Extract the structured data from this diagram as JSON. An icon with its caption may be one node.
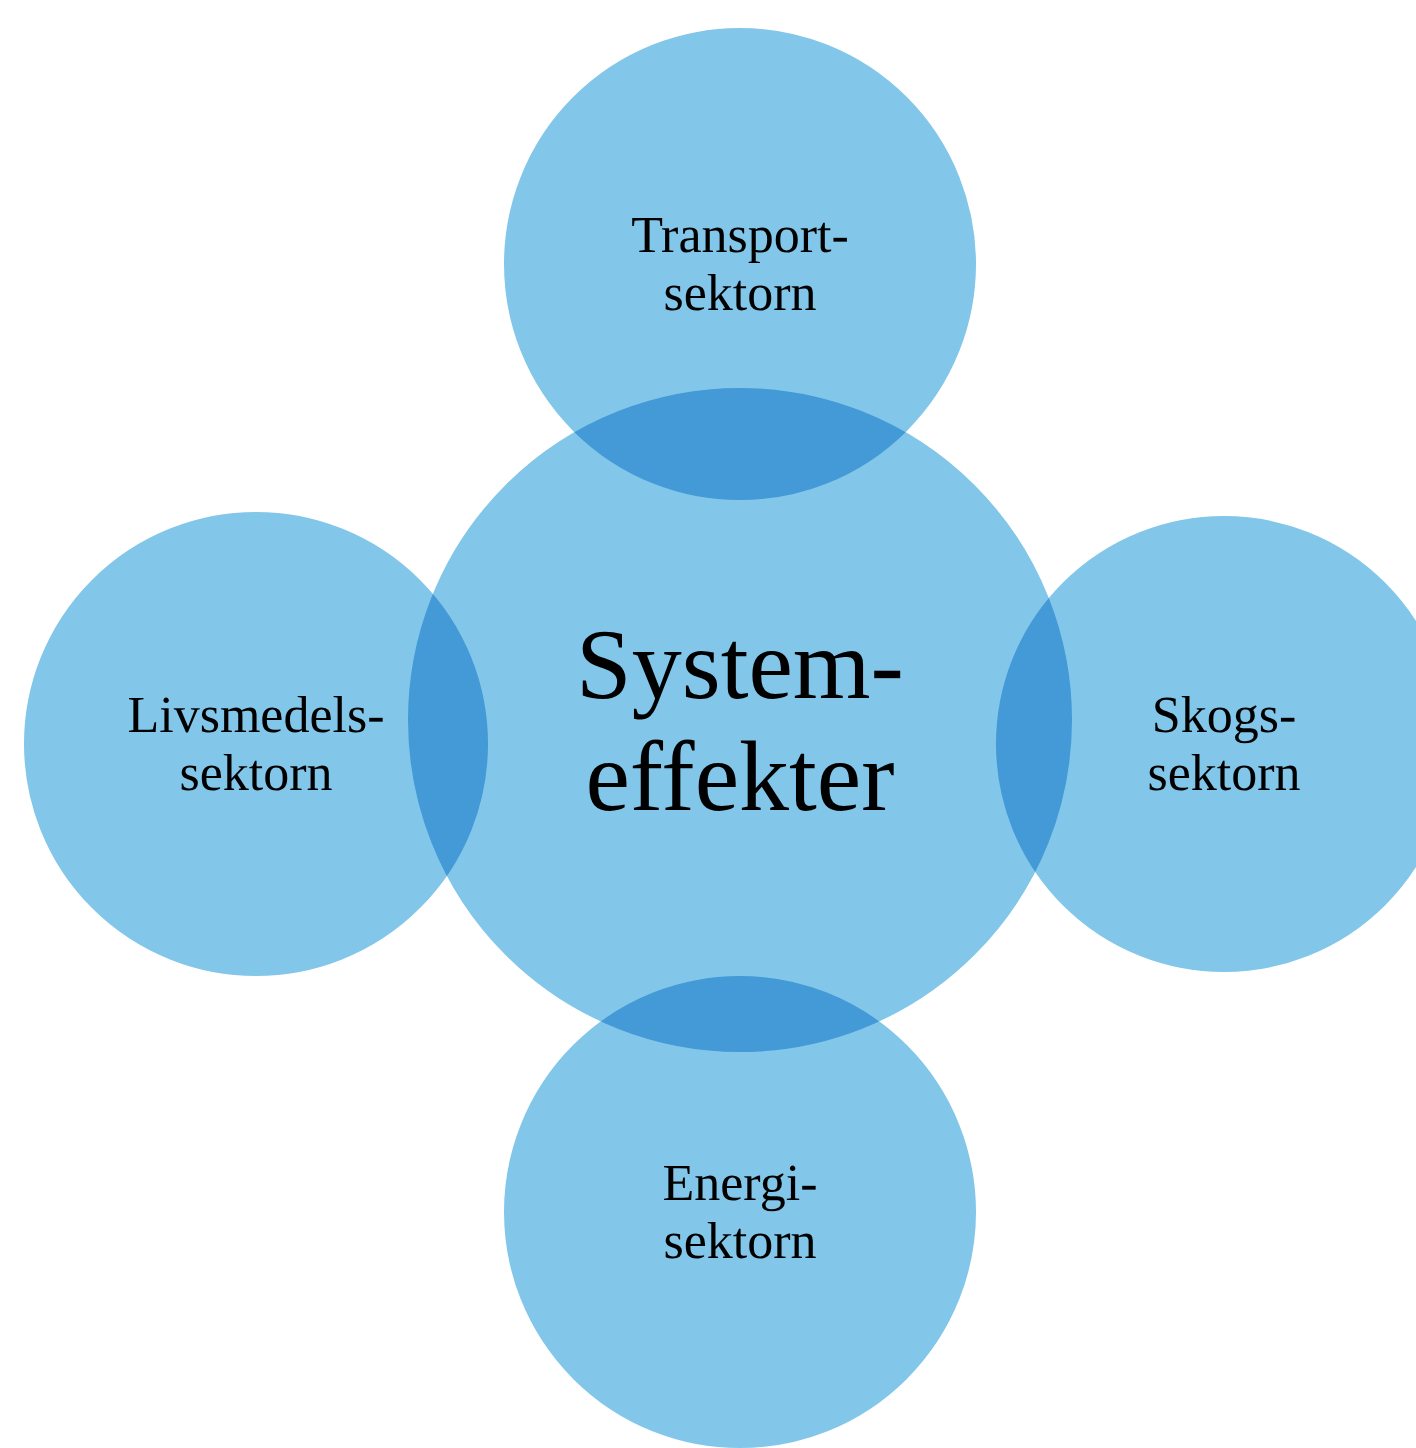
{
  "diagram": {
    "nodes": [
      {
        "text": [
          "System- effekter"
        ]
      },
      {
        "text": [
          "Transport- sektorn"
        ]
      },
      {
        "text": [
          "Livsmedels- sektorn"
        ]
      },
      {
        "text": [
          "Skogs- sektorn"
        ]
      },
      {
        "text": [
          "Energi- sektorn"
        ]
      }
    ]
  }
}
